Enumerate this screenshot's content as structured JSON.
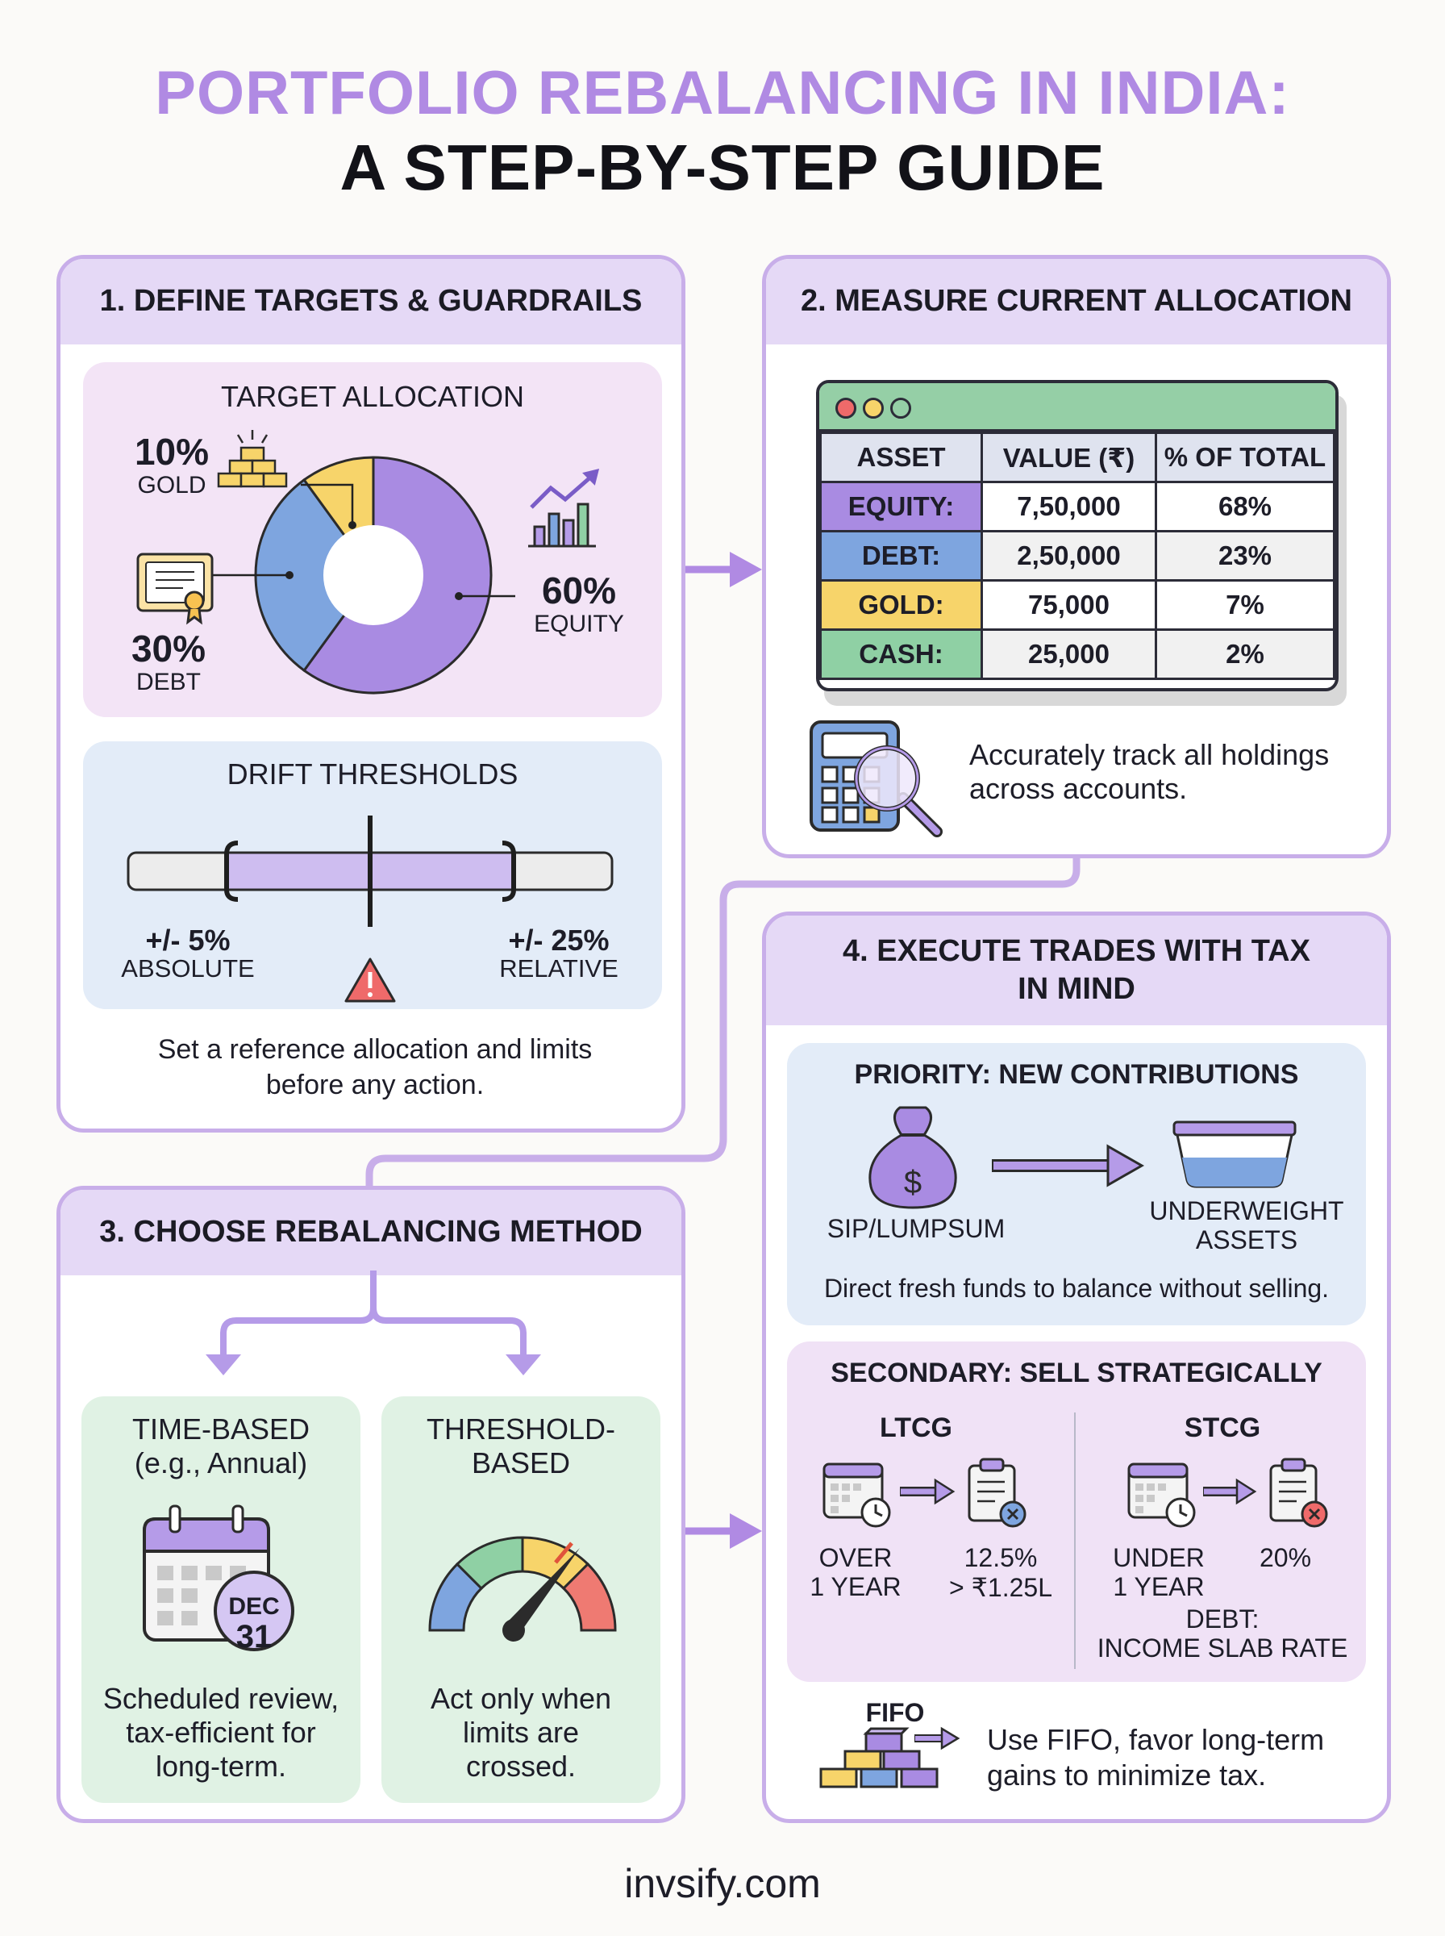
{
  "title": {
    "line1": "PORTFOLIO REBALANCING IN INDIA:",
    "line2": "A STEP-BY-STEP GUIDE"
  },
  "colors": {
    "accent": "#b08ae3",
    "equity": "#a98be2",
    "debt": "#7ea5df",
    "gold": "#f7d46a",
    "cash": "#8fd0a4"
  },
  "step1": {
    "heading": "1. DEFINE TARGETS & GUARDRAILS",
    "target_allocation": {
      "label": "TARGET ALLOCATION",
      "gold_pct": "10%",
      "gold_label": "GOLD",
      "debt_pct": "30%",
      "debt_label": "DEBT",
      "equity_pct": "60%",
      "equity_label": "EQUITY",
      "slices": [
        {
          "name": "EQUITY",
          "value": 60,
          "color": "#a98be2"
        },
        {
          "name": "DEBT",
          "value": 30,
          "color": "#7ea5df"
        },
        {
          "name": "GOLD",
          "value": 10,
          "color": "#f7d46a"
        }
      ]
    },
    "drift": {
      "label": "DRIFT THRESHOLDS",
      "left_value": "+/- 5%",
      "left_label": "ABSOLUTE",
      "right_value": "+/- 25%",
      "right_label": "RELATIVE"
    },
    "caption": "Set a reference allocation and limits before any action."
  },
  "step2": {
    "heading": "2. MEASURE CURRENT ALLOCATION",
    "table": {
      "headers": [
        "ASSET",
        "VALUE (₹)",
        "% OF TOTAL"
      ],
      "rows": [
        {
          "asset": "EQUITY:",
          "value": "7,50,000",
          "pct": "68%",
          "color": "#a98be2"
        },
        {
          "asset": "DEBT:",
          "value": "2,50,000",
          "pct": "23%",
          "color": "#7ea5df"
        },
        {
          "asset": "GOLD:",
          "value": "75,000",
          "pct": "7%",
          "color": "#f7d46a"
        },
        {
          "asset": "CASH:",
          "value": "25,000",
          "pct": "2%",
          "color": "#8fd0a4"
        }
      ]
    },
    "caption": "Accurately track all holdings across accounts."
  },
  "step3": {
    "heading": "3. CHOOSE REBALANCING METHOD",
    "time_based": {
      "title_line1": "TIME-BASED",
      "title_line2": "(e.g., Annual)",
      "calendar_month": "DEC",
      "calendar_day": "31",
      "caption_lines": [
        "Scheduled review,",
        "tax-efficient for",
        "long-term."
      ]
    },
    "threshold_based": {
      "title_line1": "THRESHOLD-",
      "title_line2": "BASED",
      "caption_lines": [
        "Act only when",
        "limits are",
        "crossed."
      ]
    }
  },
  "step4": {
    "heading_line1": "4. EXECUTE TRADES WITH TAX",
    "heading_line2": "IN MIND",
    "priority": {
      "label": "PRIORITY: NEW CONTRIBUTIONS",
      "from_label": "SIP/LUMPSUM",
      "to_label_line1": "UNDERWEIGHT",
      "to_label_line2": "ASSETS",
      "caption": "Direct fresh funds to balance without selling."
    },
    "secondary": {
      "label": "SECONDARY: SELL STRATEGICALLY",
      "ltcg": {
        "title": "LTCG",
        "period_line1": "OVER",
        "period_line2": "1 YEAR",
        "rate_line1": "12.5%",
        "rate_line2": "> ₹1.25L"
      },
      "stcg": {
        "title": "STCG",
        "period_line1": "UNDER",
        "period_line2": "1 YEAR",
        "rate_line1": "20%",
        "debt_line1": "DEBT:",
        "debt_line2": "INCOME SLAB RATE"
      }
    },
    "fifo": {
      "label": "FIFO",
      "caption_line1": "Use FIFO, favor long-term",
      "caption_line2": "gains to minimize tax."
    }
  },
  "footer": "invsify.com"
}
